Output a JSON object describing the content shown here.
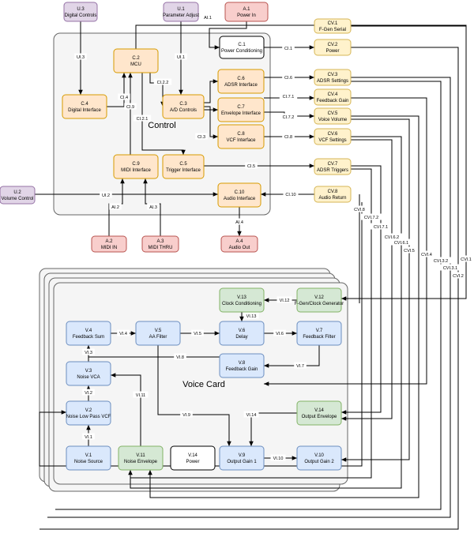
{
  "groups": {
    "control": "Control",
    "voice": "Voice Card"
  },
  "colors": {
    "user": "#e1d5e7",
    "user_border": "#9673a6",
    "ext": "#f8cecc",
    "ext_border": "#b85450",
    "ctrl": "#ffe6cc",
    "ctrl_border": "#d79b00",
    "cv": "#fff2cc",
    "cv_border": "#d6b656",
    "voice": "#dae8fc",
    "voice_border": "#6c8ebf",
    "green": "#d5e8d4",
    "green_border": "#82b366",
    "plain": "#ffffff",
    "plain_border": "#000000",
    "panel": "#f5f5f5",
    "panel_border": "#666666"
  },
  "nodes": {
    "u3": {
      "id": "U.3",
      "label": "Digital Controls"
    },
    "u1": {
      "id": "U.1",
      "label": "Parameter Adjust"
    },
    "a1": {
      "id": "A.1",
      "label": "Power In"
    },
    "u2": {
      "id": "U.2",
      "label": "Volume Control"
    },
    "a2": {
      "id": "A.2",
      "label": "MIDI IN"
    },
    "a3": {
      "id": "A.3",
      "label": "MIDI THRU"
    },
    "a4": {
      "id": "A.4",
      "label": "Audio Out"
    },
    "c1": {
      "id": "C.1",
      "label": "Power Conditioning"
    },
    "c2": {
      "id": "C.2",
      "label": "MCU"
    },
    "c3": {
      "id": "C.3",
      "label": "A/D Controls"
    },
    "c4": {
      "id": "C.4",
      "label": "Digital Interface"
    },
    "c5": {
      "id": "C.5",
      "label": "Trigger Interface"
    },
    "c6": {
      "id": "C.6",
      "label": "ADSR Interface"
    },
    "c7": {
      "id": "C.7",
      "label": "Envelope Interface"
    },
    "c8": {
      "id": "C.8",
      "label": "VCF Interface"
    },
    "c9": {
      "id": "C.9",
      "label": "MIDI Interface"
    },
    "c10": {
      "id": "C.10",
      "label": "Audio Interface"
    },
    "cv1": {
      "id": "CV.1",
      "label": "F-Gen Serial"
    },
    "cv2": {
      "id": "CV.2",
      "label": "Power"
    },
    "cv3": {
      "id": "CV.3",
      "label": "ADSR Settings"
    },
    "cv4": {
      "id": "CV.4",
      "label": "Feedback Gain"
    },
    "cv5": {
      "id": "CV.5",
      "label": "Voice Volume"
    },
    "cv6": {
      "id": "CV.6",
      "label": "VCF Settings"
    },
    "cv7": {
      "id": "CV.7",
      "label": "ADSR Triggers"
    },
    "cv8": {
      "id": "CV.8",
      "label": "Audio Return"
    },
    "v1": {
      "id": "V.1",
      "label": "Noise Source"
    },
    "v2": {
      "id": "V.2",
      "label": "Noise Low Pass VCF"
    },
    "v3": {
      "id": "V.3",
      "label": "Noise VCA"
    },
    "v4": {
      "id": "V.4",
      "label": "Feedback Sum"
    },
    "v5": {
      "id": "V.5",
      "label": "AA Filter"
    },
    "v6": {
      "id": "V.6",
      "label": "Delay"
    },
    "v7": {
      "id": "V.7",
      "label": "Feedback Filter"
    },
    "v8": {
      "id": "V.8",
      "label": "Feedback Gain"
    },
    "v9": {
      "id": "V.9",
      "label": "Output Gain 1"
    },
    "v10": {
      "id": "V.10",
      "label": "Output Gain 2"
    },
    "v11": {
      "id": "V.11",
      "label": "Noise Envelope"
    },
    "v12": {
      "id": "V.12",
      "label": "F-Gen/Clock Generator"
    },
    "v13": {
      "id": "V.13",
      "label": "Clock Conditioning"
    },
    "v14": {
      "id": "V.14",
      "label": "Output Envelope"
    },
    "v14p": {
      "id": "V.14",
      "label": "Power"
    }
  },
  "edge_labels": {
    "ui3": "UI.3",
    "ui1": "UI.1",
    "ai1": "AI.1",
    "ui2": "UI.2",
    "ai2": "AI.2",
    "ai3": "AI.3",
    "ai4": "AI.4",
    "ci1": "CI.1",
    "ci2_1": "CI.2.1",
    "ci2_2": "CI.2.2",
    "ci3": "CI.3",
    "ci4": "CI.4",
    "ci5": "CI.5",
    "ci6": "CI.6",
    "ci7_1": "CI.7.1",
    "ci7_2": "CI.7.2",
    "ci8": "CI.8",
    "ci9": "CI.9",
    "ci10": "CI.10",
    "cvi1": "CVI.1",
    "cvi2": "CVI.2",
    "cvi3_1": "CVI.3.1",
    "cvi3_2": "CVI.3.2",
    "cvi4": "CVI.4",
    "cvi5": "CVI.5",
    "cvi6_1": "CVI.6.1",
    "cvi6_2": "CVI.6.2",
    "cvi7_1": "CVI.7.1",
    "cvi7_2": "CVI.7.2",
    "cvi8": "CVI.8",
    "vi1": "VI.1",
    "vi2": "VI.2",
    "vi3": "VI.3",
    "vi4": "VI.4",
    "vi5": "VI.5",
    "vi6": "VI.6",
    "vi7": "VI.7",
    "vi8": "VI.8",
    "vi9": "VI.9",
    "vi10": "VI.10",
    "vi11": "VI.11",
    "vi12": "VI.12",
    "vi13": "VI.13",
    "vi14": "VI.14"
  }
}
